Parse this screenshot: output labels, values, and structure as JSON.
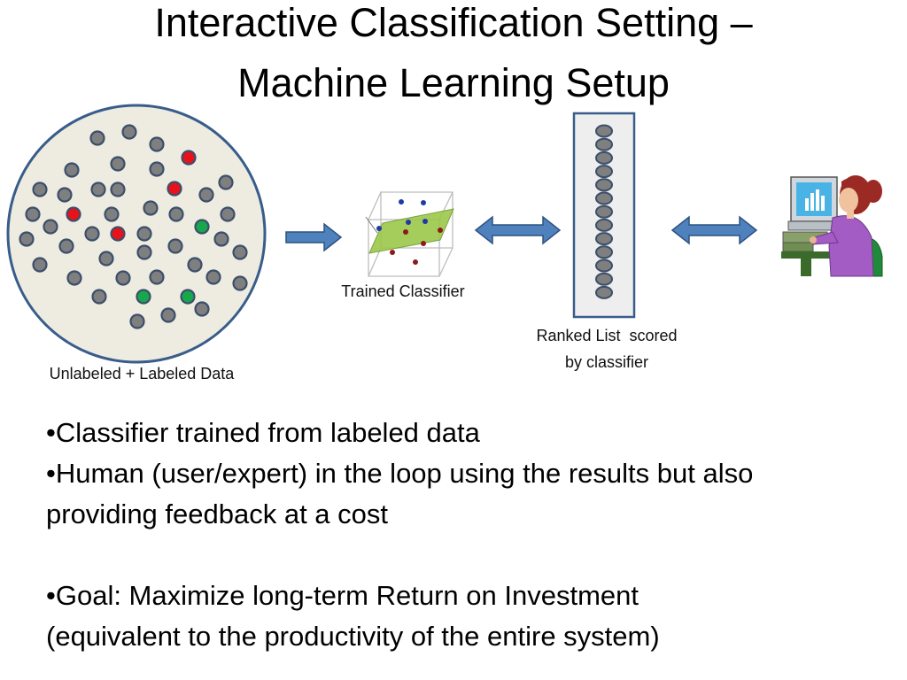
{
  "title": {
    "line1": "Interactive Classification Setting –",
    "line2": "Machine Learning Setup"
  },
  "diagram": {
    "data_pool_caption": "Unlabeled + Labeled Data",
    "classifier_caption": "Trained Classifier",
    "ranked_list_caption_line1": "Ranked List  scored",
    "ranked_list_caption_line2": "by classifier",
    "colors": {
      "unlabeled_point": "#7f7f7f",
      "red_label": "#e8121b",
      "green_label": "#18a74b",
      "pool_fill": "#eeece1",
      "pool_border": "#385d8a",
      "arrow_fill": "#4f81bd",
      "classifier_plane": "#8fc13f",
      "ranked_box_fill": "#eeeeee"
    },
    "icons": [
      "right-arrow-icon",
      "double-arrow-icon",
      "3d-classifier-icon",
      "ranked-list-icon",
      "user-at-computer-icon"
    ]
  },
  "bullets": {
    "b1": "•Classifier trained from labeled data",
    "b2_line1": "•Human (user/expert) in the loop using the results but also",
    "b2_line2": "providing feedback at a cost",
    "b3_line1": "•Goal: Maximize long-term Return on Investment",
    "b3_line2": "(equivalent to the productivity of the entire system)"
  }
}
